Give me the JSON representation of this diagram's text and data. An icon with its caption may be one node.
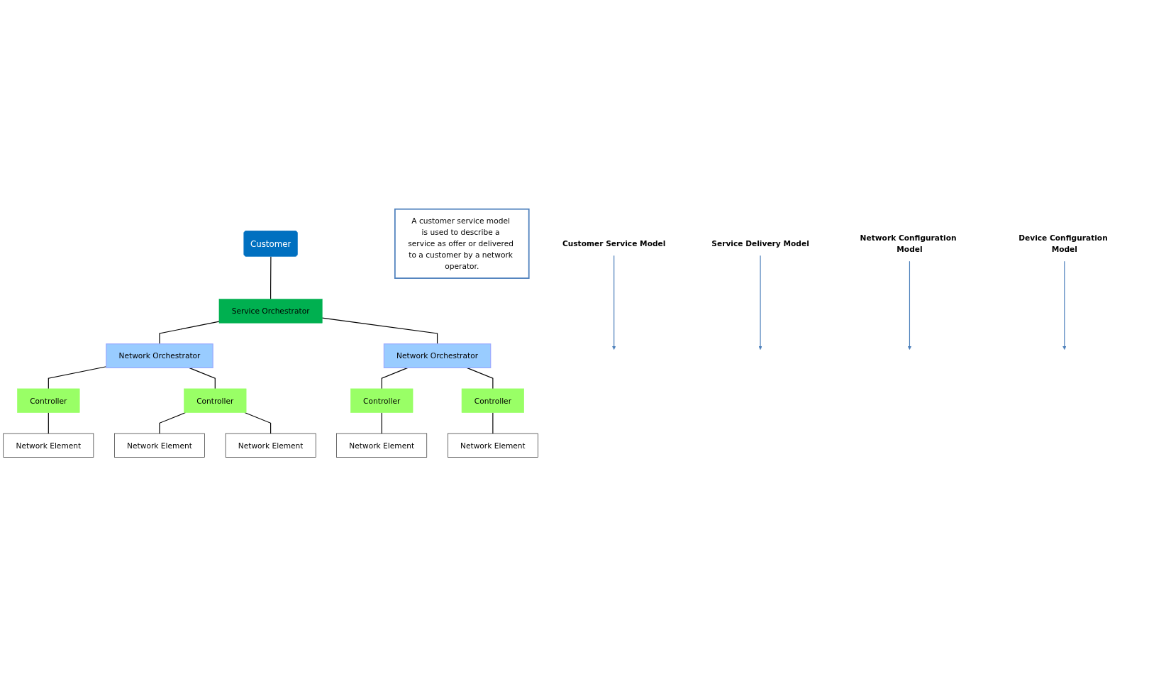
{
  "diagram": {
    "nodes": [
      {
        "text": [
          "Customer"
        ]
      },
      {
        "text": [
          "A customer service model is used to describe a service as offer or delivered to a customer by a network operator."
        ]
      },
      {
        "text": [
          "Customer Service Model"
        ]
      },
      {
        "text": [
          "Service Orchestrator"
        ]
      },
      {
        "text": [
          "Service Delivery Model"
        ]
      },
      {
        "text": [
          "Network Orchestrator"
        ]
      },
      {
        "text": [
          "Network Orchestrator"
        ]
      },
      {
        "text": [
          "Network Configuration Model"
        ]
      },
      {
        "text": [
          "Controller"
        ]
      },
      {
        "text": [
          "Controller"
        ]
      },
      {
        "text": [
          "Controller"
        ]
      },
      {
        "text": [
          "Controller"
        ]
      },
      {
        "text": [
          "Device Configuration Model"
        ]
      },
      {
        "text": [
          "Network Element"
        ]
      },
      {
        "text": [
          "Network Element"
        ]
      },
      {
        "text": [
          "Network Element"
        ]
      },
      {
        "text": [
          "Network Element"
        ]
      },
      {
        "text": [
          "Network Element"
        ]
      }
    ],
    "edges": [
      {
        "from": 0,
        "to": 3,
        "arrow": "none"
      },
      {
        "from": 2,
        "to": null,
        "arrow": "to",
        "color": "#4a7ebb"
      },
      {
        "from": 3,
        "to": 5,
        "arrow": "none"
      },
      {
        "from": 3,
        "to": 6,
        "arrow": "none"
      },
      {
        "from": 4,
        "to": null,
        "arrow": "to",
        "color": "#4a7ebb"
      },
      {
        "from": 5,
        "to": 8,
        "arrow": "none"
      },
      {
        "from": 5,
        "to": 9,
        "arrow": "none"
      },
      {
        "from": 6,
        "to": 10,
        "arrow": "none"
      },
      {
        "from": 6,
        "to": 11,
        "arrow": "none"
      },
      {
        "from": 7,
        "to": null,
        "arrow": "to",
        "color": "#4a7ebb"
      },
      {
        "from": 8,
        "to": 13,
        "arrow": "none"
      },
      {
        "from": 9,
        "to": 14,
        "arrow": "none"
      },
      {
        "from": 9,
        "to": 15,
        "arrow": "none"
      },
      {
        "from": 10,
        "to": 16,
        "arrow": "none"
      },
      {
        "from": 11,
        "to": 17,
        "arrow": "none"
      },
      {
        "from": 12,
        "to": null,
        "arrow": "to",
        "color": "#4a7ebb"
      }
    ]
  }
}
